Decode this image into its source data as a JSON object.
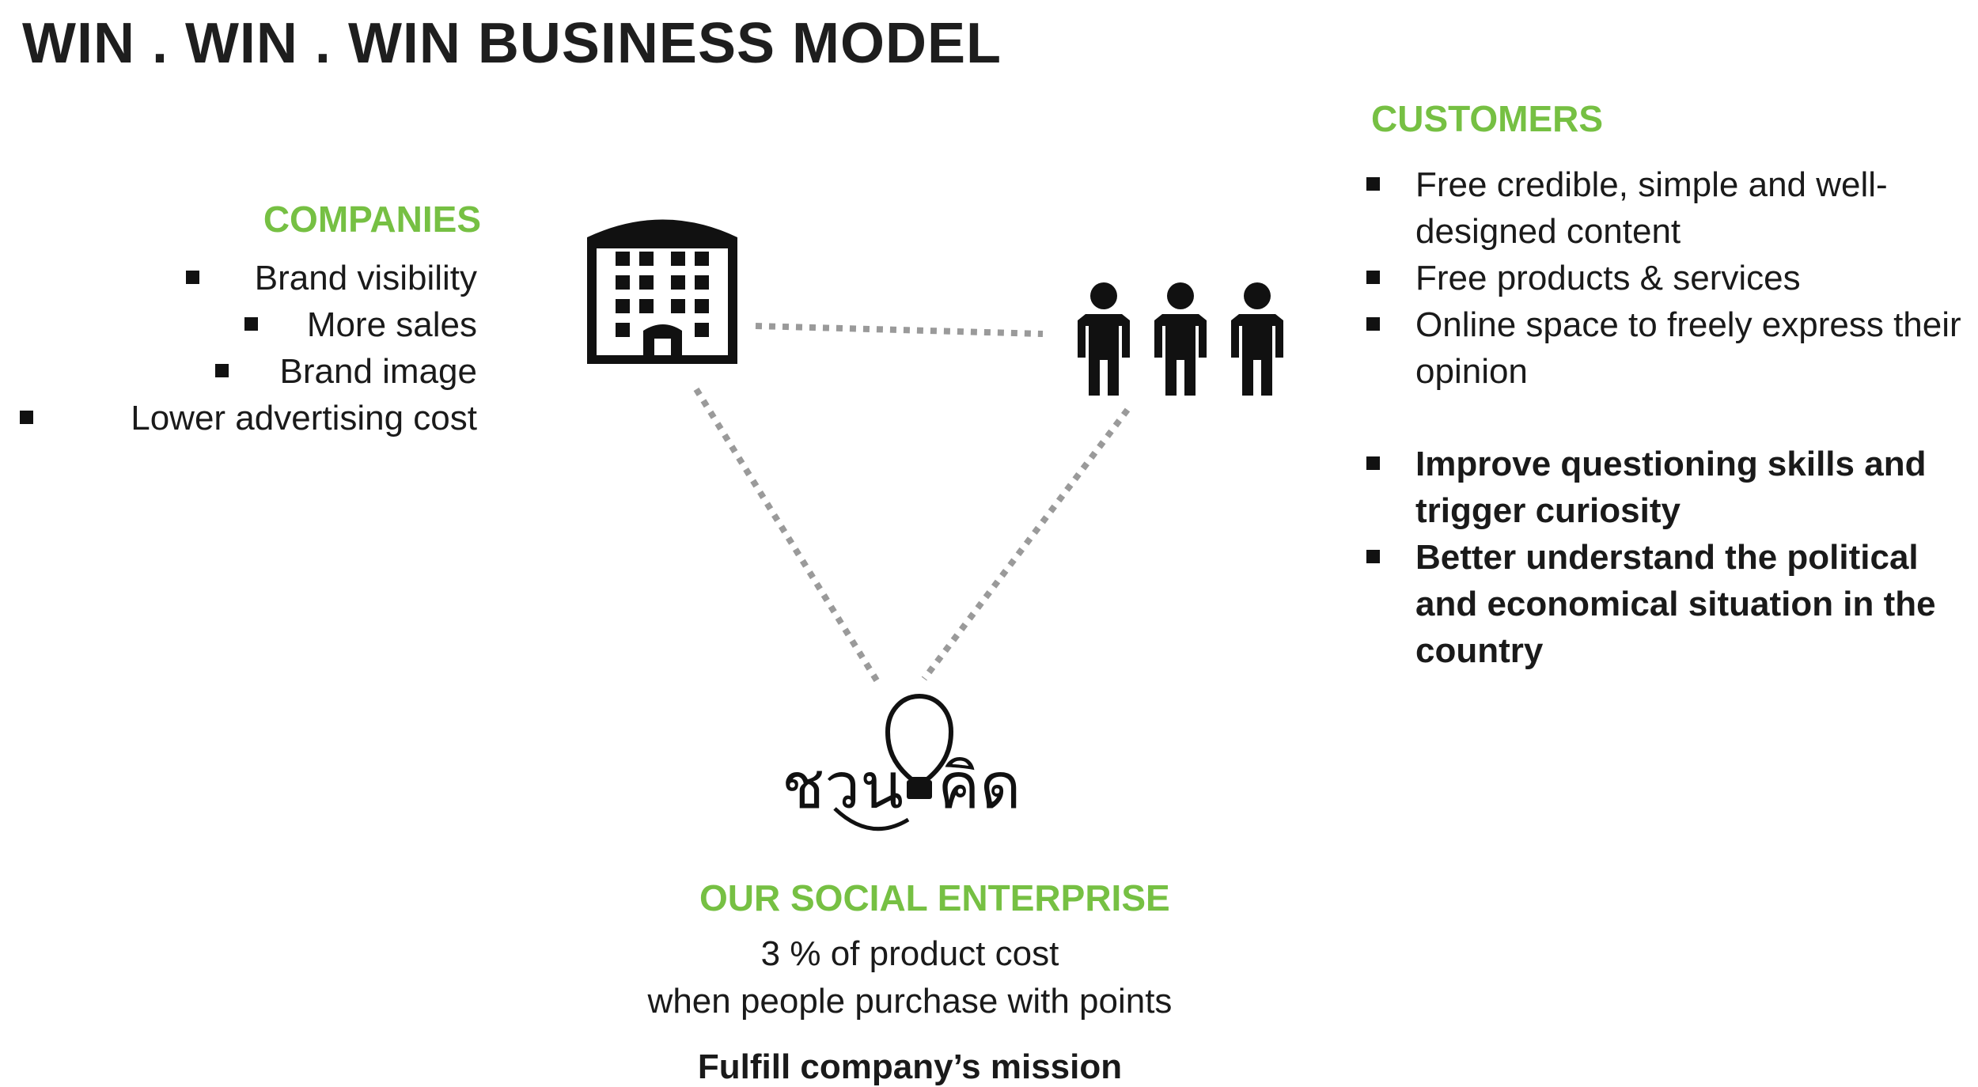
{
  "title": "WIN . WIN . WIN  BUSINESS MODEL",
  "colors": {
    "accent": "#76c043",
    "text": "#1a1a1a",
    "dots": "#9a9a9a"
  },
  "companies": {
    "heading": "COMPANIES",
    "icon": "office-building-icon",
    "items": [
      "Brand visibility",
      "More sales",
      "Brand image",
      "Lower advertising cost"
    ]
  },
  "customers": {
    "heading": "CUSTOMERS",
    "icon": "people-group-icon",
    "items": [
      "Free credible, simple and well-designed content",
      "Free products & services",
      "Online space to freely express their opinion"
    ],
    "bold_items": [
      "Improve questioning skills and trigger curiosity",
      "Better understand the political and economical situation in the country"
    ]
  },
  "enterprise": {
    "logo_left": "ชวน",
    "logo_right": "คิด",
    "icon": "lightbulb-icon",
    "heading": "OUR SOCIAL ENTERPRISE",
    "line1": "3 % of product cost",
    "line2": "when people purchase with points",
    "mission": "Fulfill company’s mission"
  }
}
